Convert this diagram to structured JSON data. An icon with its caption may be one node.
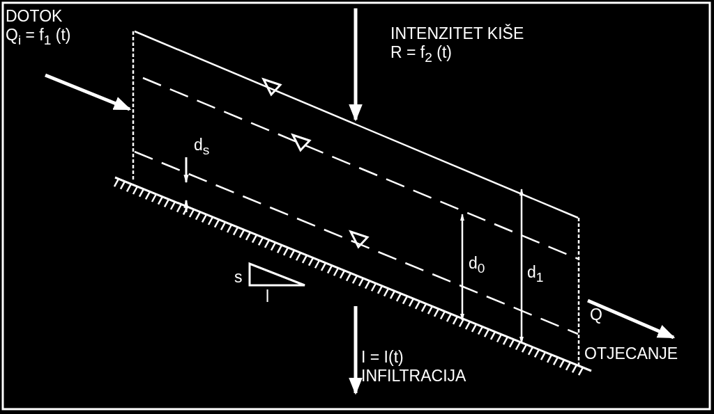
{
  "diagram": {
    "labels": [
      "DOTOK",
      "Q$_{i}$ = f$_{1}$ (t)",
      "INTENZITET KIŠE",
      "R = f$_{2}$ (t)",
      "d$_{s}$",
      "s",
      "l",
      "d$_{0}$",
      "d$_{1}$",
      "Q",
      "OTJECANJE",
      "I = I(t)",
      "INFILTRACIJA"
    ]
  }
}
